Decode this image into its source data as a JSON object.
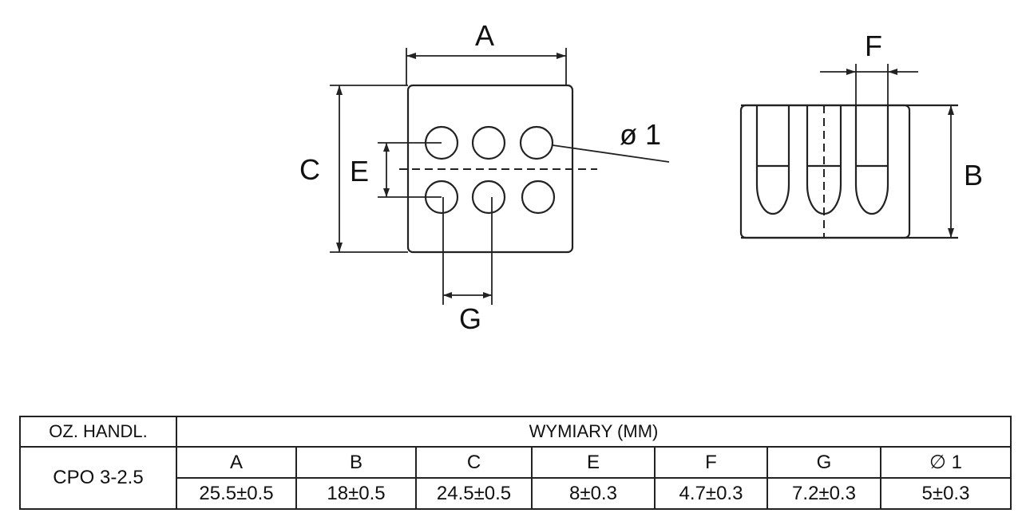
{
  "drawing": {
    "labels": {
      "A": "A",
      "B": "B",
      "C": "C",
      "E": "E",
      "F": "F",
      "G": "G",
      "diameter": "ø 1"
    }
  },
  "table": {
    "code_header": "OZ. HANDL.",
    "dims_header": "WYMIARY (MM)",
    "code": "CPO 3-2.5",
    "columns": [
      "A",
      "B",
      "C",
      "E",
      "F",
      "G",
      "∅ 1"
    ],
    "values": [
      "25.5±0.5",
      "18±0.5",
      "24.5±0.5",
      "8±0.3",
      "4.7±0.3",
      "7.2±0.3",
      "5±0.3"
    ]
  }
}
